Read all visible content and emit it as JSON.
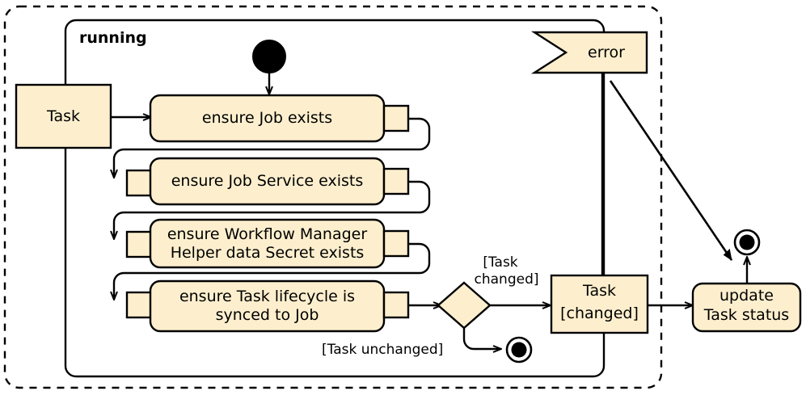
{
  "diagram": {
    "type": "uml-activity-diagram",
    "colors": {
      "node_fill": "#FDEFCE",
      "node_stroke": "#000000",
      "background": "#FFFFFF",
      "solid_node": "#000000"
    },
    "outer_frame": {
      "style": "dashed-rounded-rectangle"
    },
    "partition": {
      "title": "running",
      "style": "solid-rounded-rectangle"
    }
  },
  "objects": {
    "task": {
      "label": "Task"
    },
    "task_changed": {
      "label_line1": "Task",
      "label_line2": "[changed]"
    }
  },
  "signals": {
    "error": {
      "label": "error",
      "shape": "flag-receive-signal"
    }
  },
  "activities": [
    {
      "label_line1": "ensure Job exists",
      "label_line2": ""
    },
    {
      "label_line1": "ensure Job Service exists",
      "label_line2": ""
    },
    {
      "label_line1": "ensure Workflow Manager",
      "label_line2": "Helper data Secret exists"
    },
    {
      "label_line1": "ensure Task lifecycle is",
      "label_line2": "synced to Job"
    }
  ],
  "final_activity": {
    "label_line1": "update",
    "label_line2": "Task status"
  },
  "decision": {
    "shape": "diamond",
    "guard_changed_line1": "[Task",
    "guard_changed_line2": "changed]",
    "guard_unchanged": "[Task unchanged]"
  },
  "nodes": {
    "initial": {
      "name": "initial-node",
      "shape": "filled-circle"
    },
    "final_inner": {
      "name": "activity-final-node",
      "shape": "circle-in-ring"
    },
    "final_outer": {
      "name": "activity-final-node",
      "shape": "circle-in-ring"
    }
  }
}
